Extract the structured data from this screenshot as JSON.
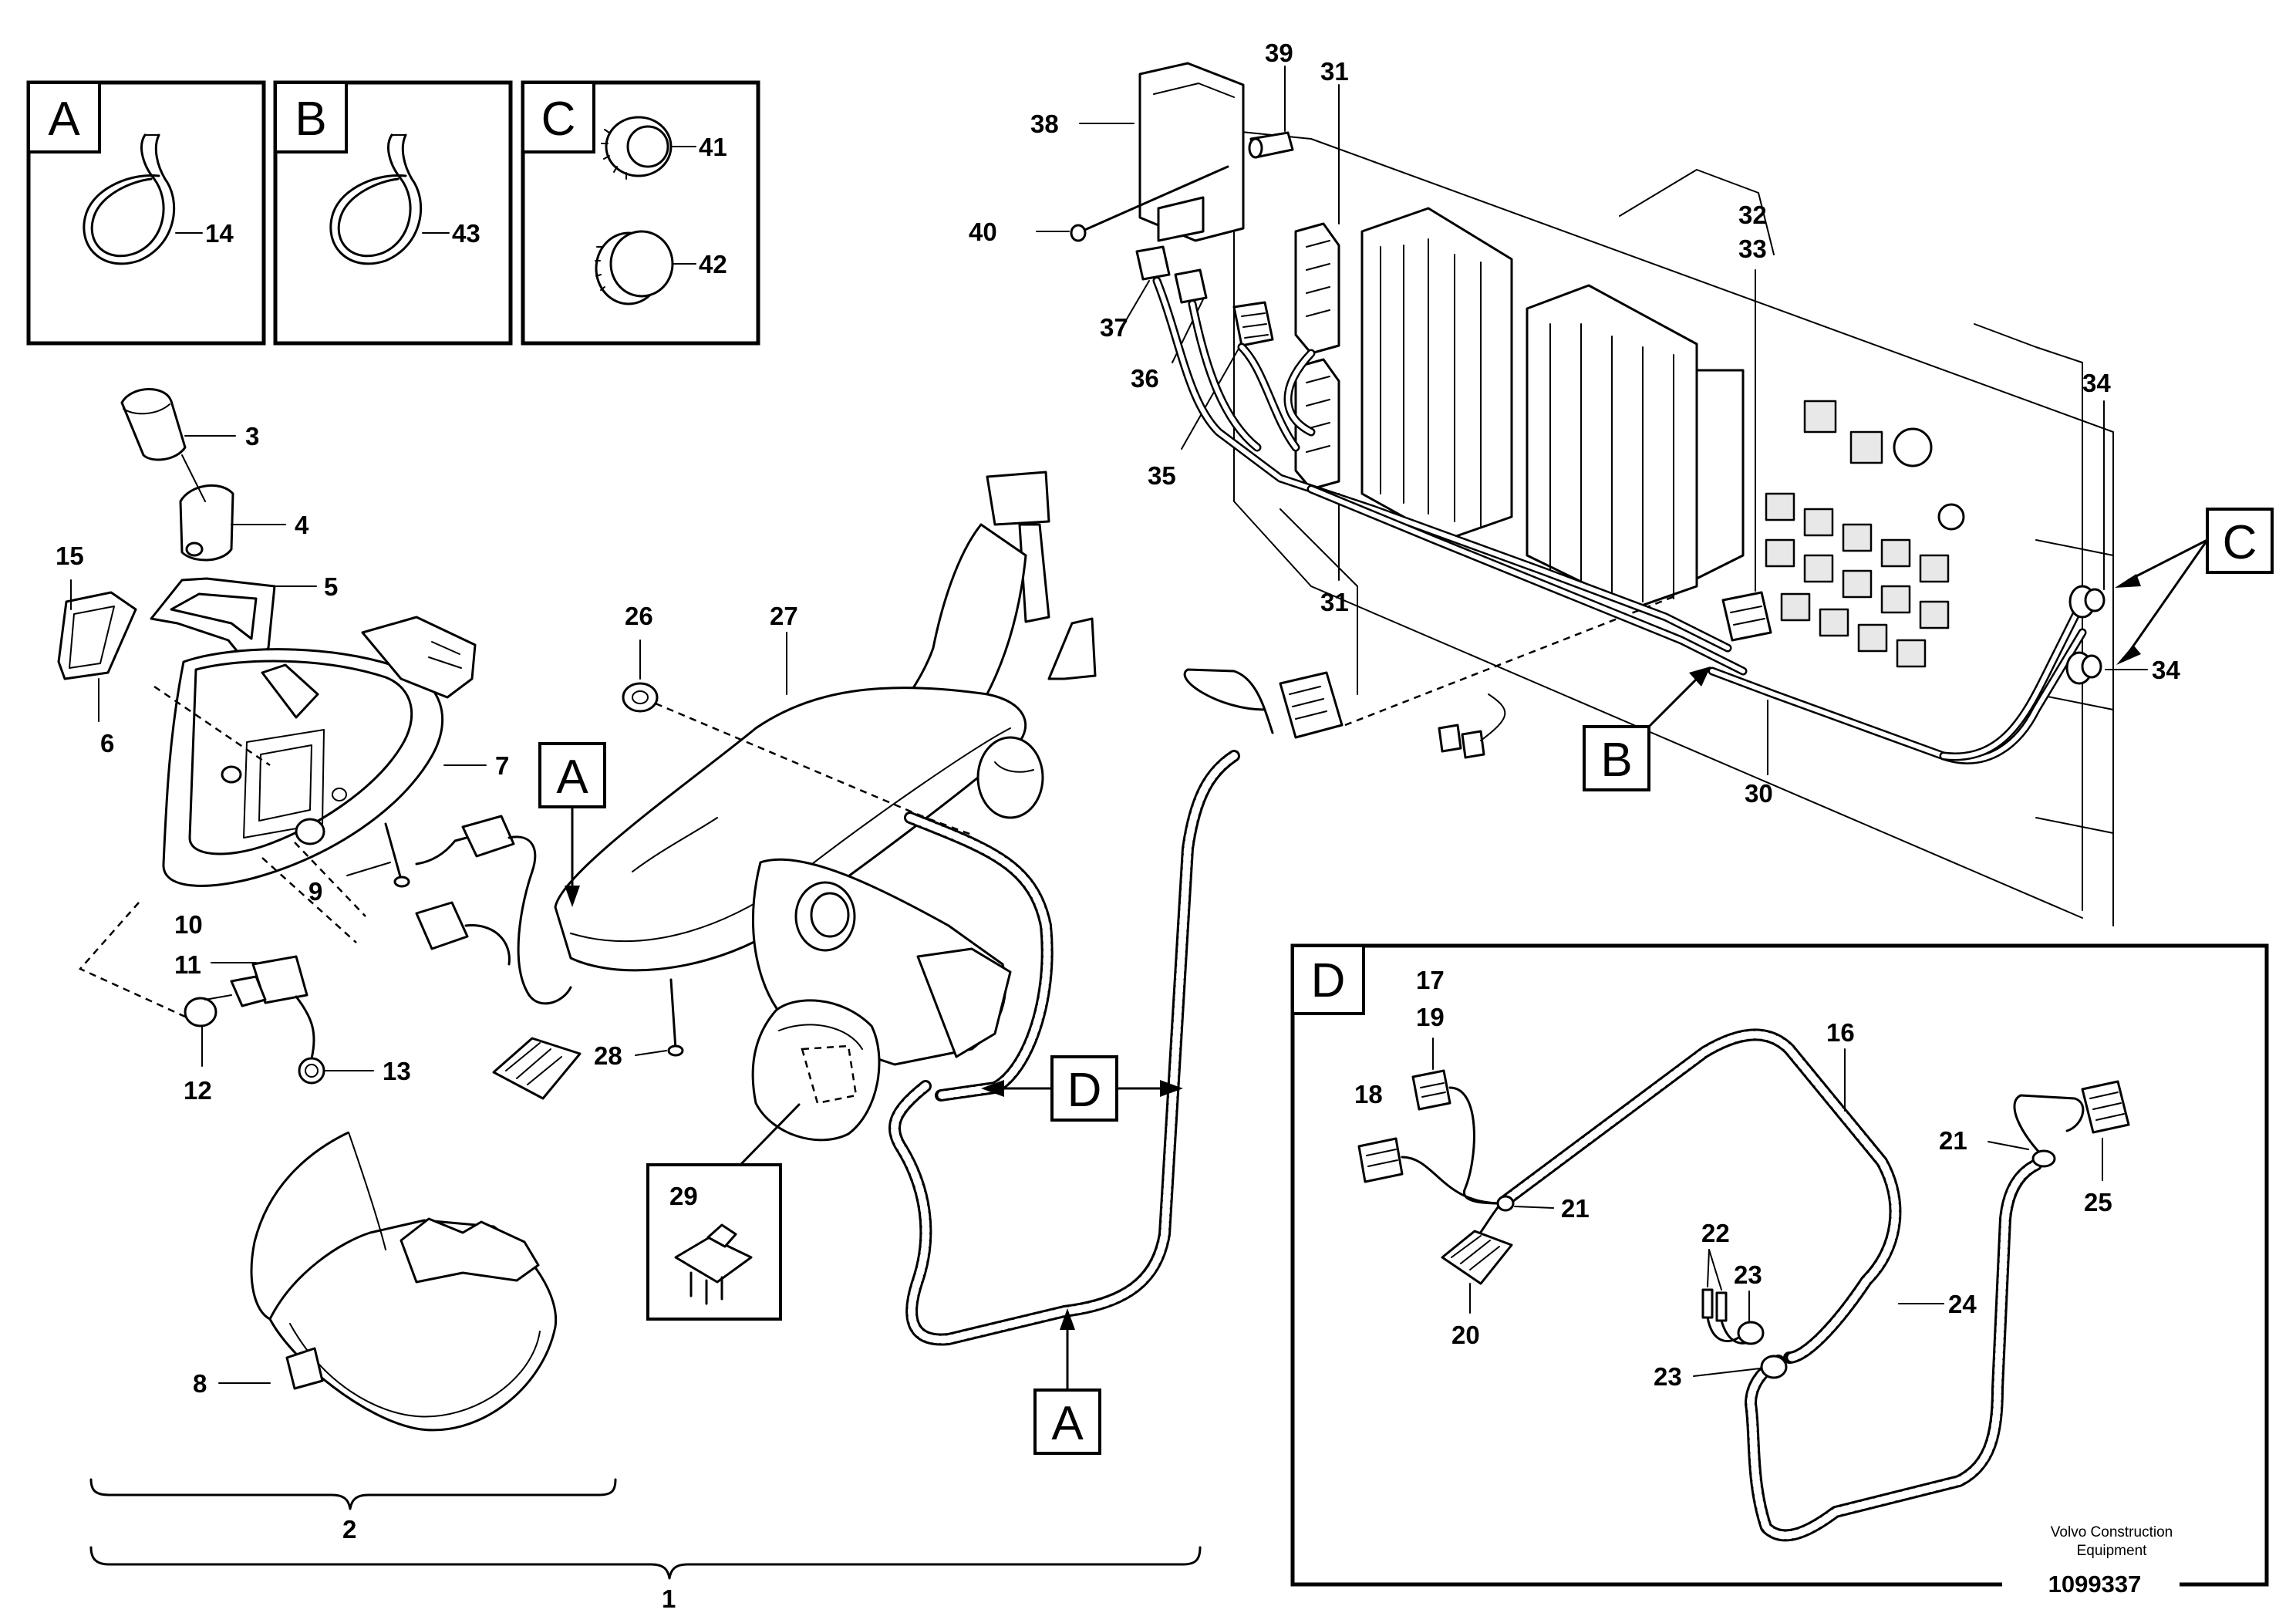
{
  "detail_labels": {
    "a_box": "A",
    "b_box": "B",
    "c_box": "C",
    "d_box": "D",
    "a_on_harness": "A",
    "a_on_hose": "A",
    "b_on_cab": "B",
    "c_on_cab": "C",
    "d_flag": "D"
  },
  "callouts": {
    "p1": "1",
    "p2": "2",
    "p3": "3",
    "p4": "4",
    "p5": "5",
    "p6": "6",
    "p7": "7",
    "p8": "8",
    "p9": "9",
    "p10": "10",
    "p11": "11",
    "p12": "12",
    "p13": "13",
    "p14": "14",
    "p15": "15",
    "p16": "16",
    "p17": "17",
    "p18": "18",
    "p19": "19",
    "p20": "20",
    "p21a": "21",
    "p21b": "21",
    "p22": "22",
    "p23a": "23",
    "p23b": "23",
    "p24": "24",
    "p25": "25",
    "p26": "26",
    "p27": "27",
    "p28": "28",
    "p29": "29",
    "p30": "30",
    "p31a": "31",
    "p31b": "31",
    "p32": "32",
    "p33": "33",
    "p34a": "34",
    "p34b": "34",
    "p35": "35",
    "p36": "36",
    "p37": "37",
    "p38": "38",
    "p39": "39",
    "p40": "40",
    "p41": "41",
    "p42": "42",
    "p43": "43"
  },
  "credit": {
    "line1": "Volvo Construction",
    "line2": "Equipment",
    "doc_number": "1099337"
  }
}
